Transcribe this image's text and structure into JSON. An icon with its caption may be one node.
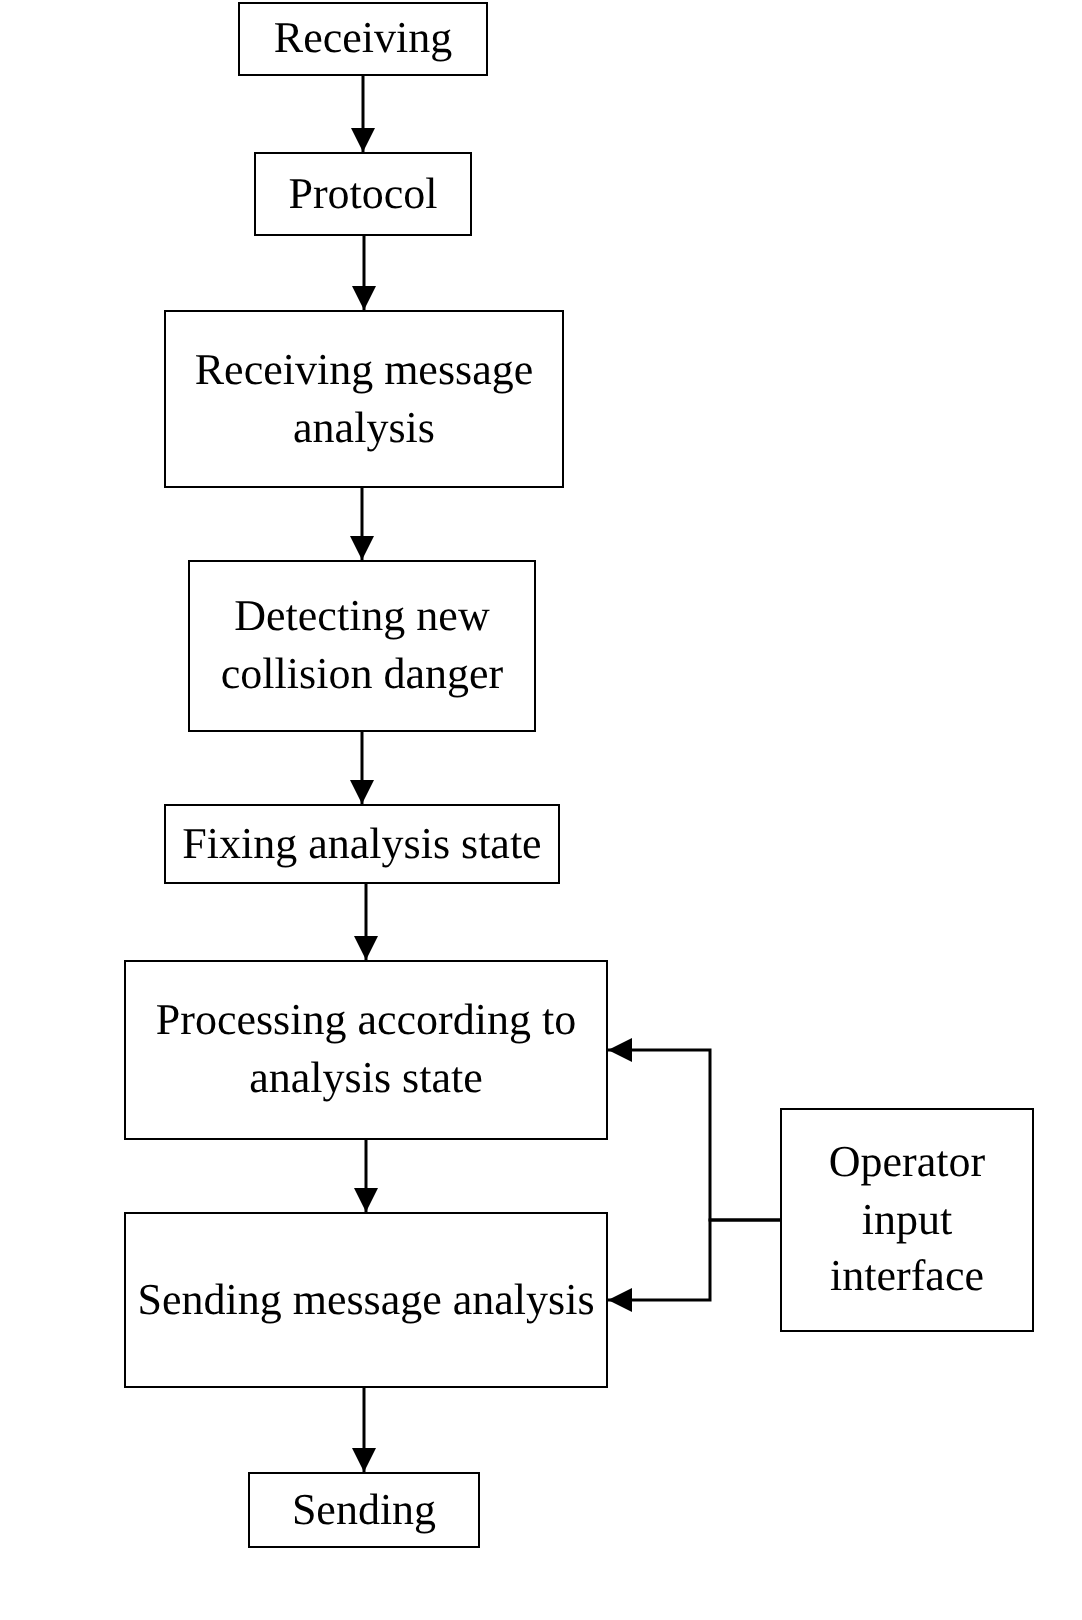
{
  "diagram": {
    "nodes": [
      {
        "text": [
          "Receiving"
        ]
      },
      {
        "text": [
          "Protocol"
        ]
      },
      {
        "text": [
          "Receiving message analysis"
        ]
      },
      {
        "text": [
          "Detecting new collision danger"
        ]
      },
      {
        "text": [
          "Fixing analysis state"
        ]
      },
      {
        "text": [
          "Processing according to analysis state"
        ]
      },
      {
        "text": [
          "Sending message analysis"
        ]
      },
      {
        "text": [
          "Sending"
        ]
      },
      {
        "text": [
          "Operator input interface"
        ]
      }
    ],
    "edges": [
      {
        "from": 0,
        "to": 1,
        "arrow": "to"
      },
      {
        "from": 1,
        "to": 2,
        "arrow": "to"
      },
      {
        "from": 2,
        "to": 3,
        "arrow": "to"
      },
      {
        "from": 3,
        "to": 4,
        "arrow": "to"
      },
      {
        "from": 4,
        "to": 5,
        "arrow": "to"
      },
      {
        "from": 5,
        "to": 6,
        "arrow": "to"
      },
      {
        "from": 6,
        "to": 7,
        "arrow": "to"
      },
      {
        "from": 8,
        "to": 5,
        "arrow": "to"
      },
      {
        "from": 8,
        "to": 6,
        "arrow": "to"
      }
    ]
  }
}
